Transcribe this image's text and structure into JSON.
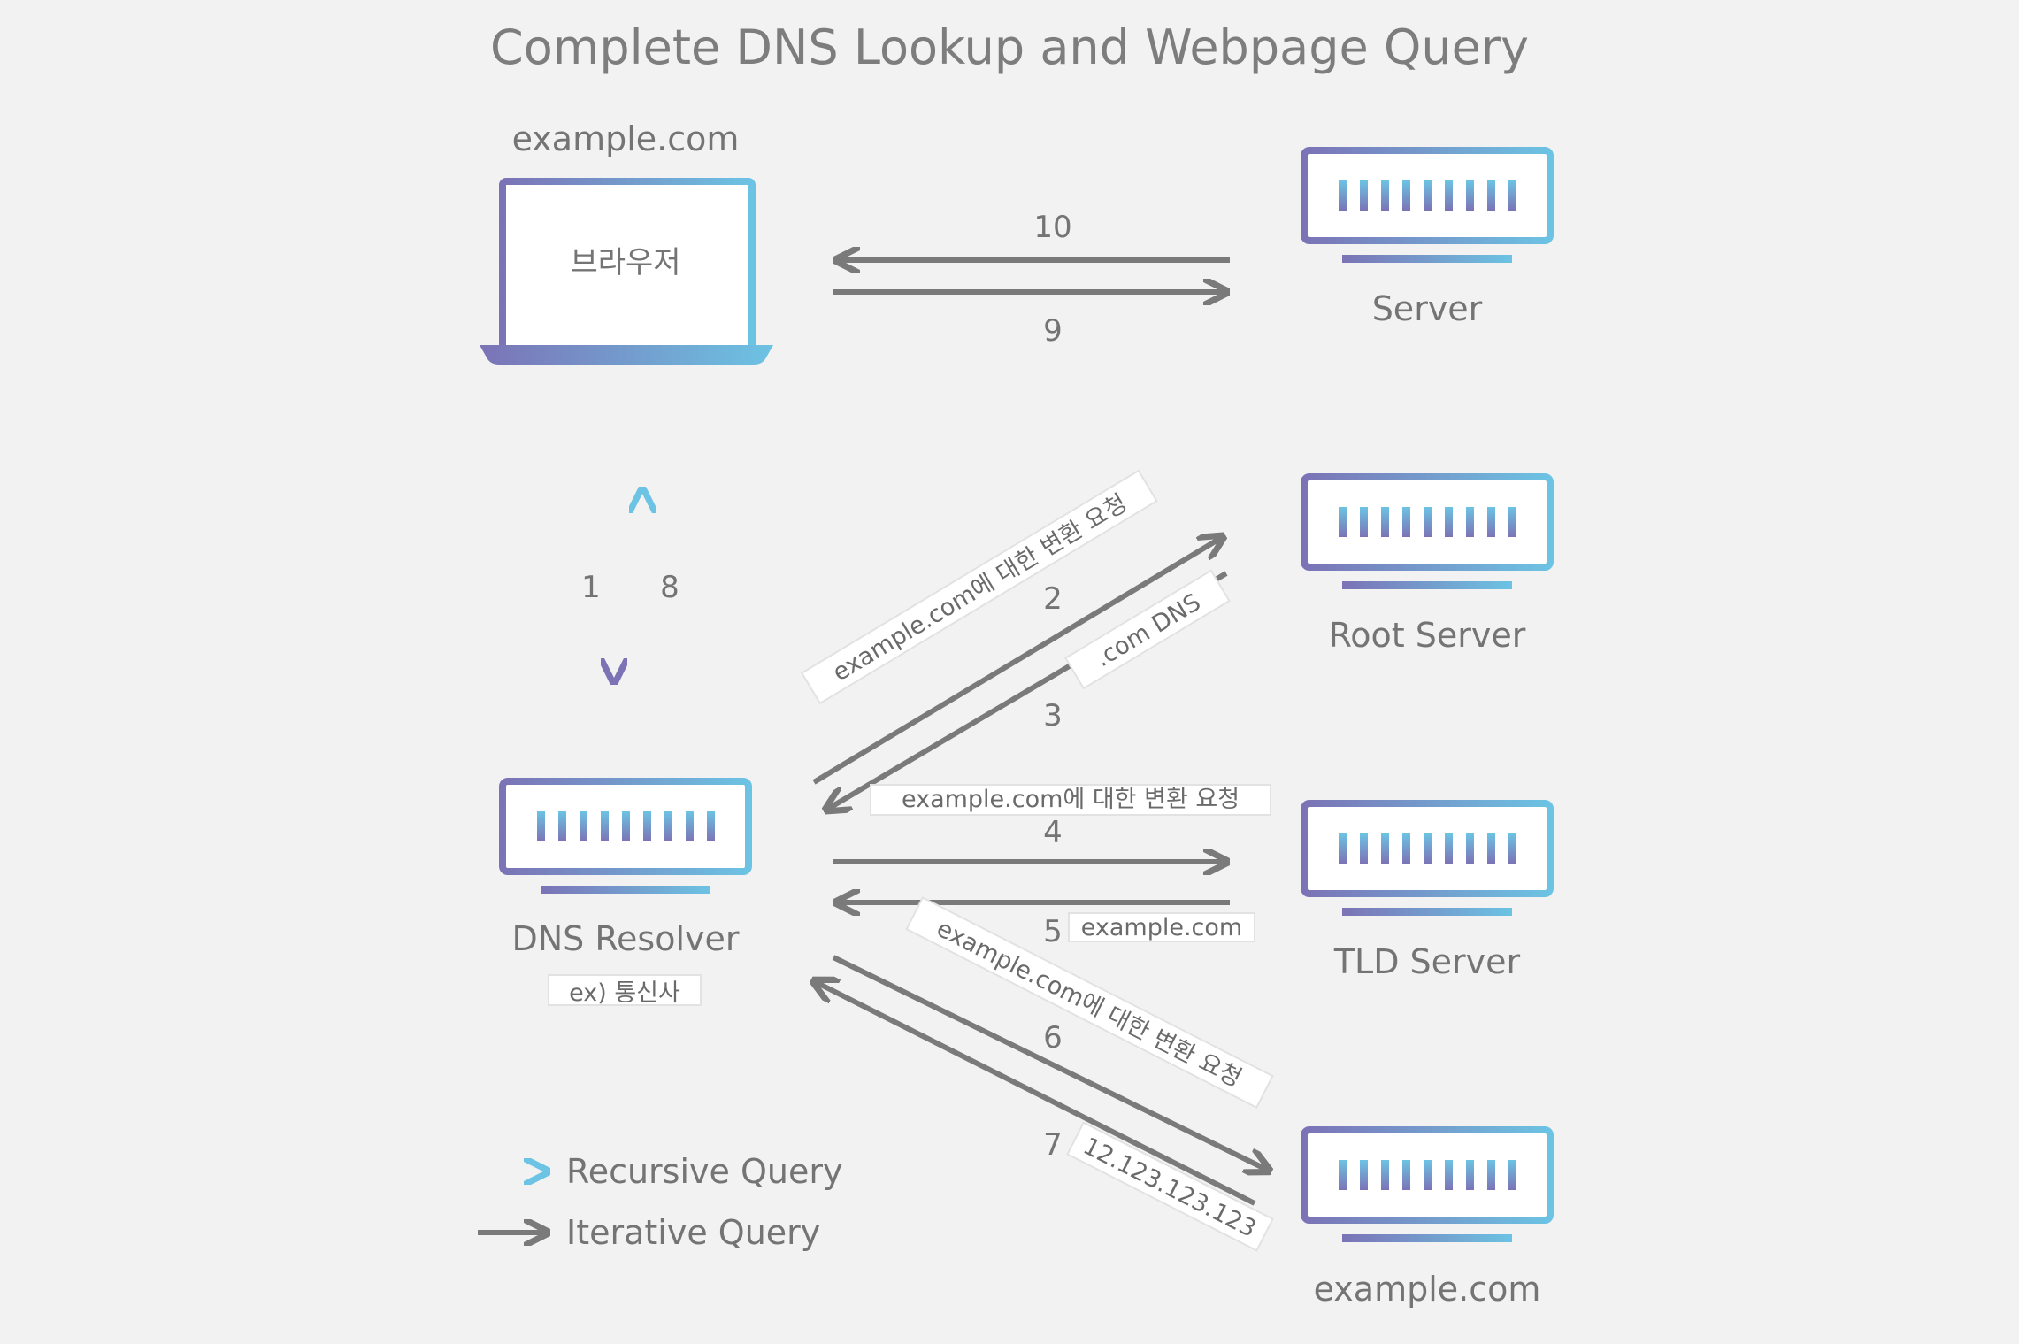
{
  "title": "Complete DNS Lookup and Webpage Query",
  "browser": {
    "domain_label": "example.com",
    "screen_text": "브라우저"
  },
  "nodes": {
    "server": "Server",
    "root_server": "Root Server",
    "tld_server": "TLD Server",
    "auth_server": "example.com",
    "resolver": "DNS Resolver",
    "resolver_note": "ex) 통신사"
  },
  "steps": {
    "s1": "1",
    "s2": "2",
    "s3": "3",
    "s4": "4",
    "s5": "5",
    "s6": "6",
    "s7": "7",
    "s8": "8",
    "s9": "9",
    "s10": "10"
  },
  "messages": {
    "m2": "example.com에 대한 변환 요청",
    "m3": ".com DNS",
    "m4": "example.com에 대한 변환 요청",
    "m5": "example.com",
    "m6": "example.com에 대한 변환 요청",
    "m7": "12.123.123.123"
  },
  "legend": {
    "recursive": "Recursive Query",
    "iterative": "Iterative Query"
  },
  "colors": {
    "background": "#f2f2f2",
    "gradient_start": "#7b73b6",
    "gradient_end": "#6cc3e3",
    "iterative_arrow": "#7a7a7a",
    "text": "#747474"
  }
}
